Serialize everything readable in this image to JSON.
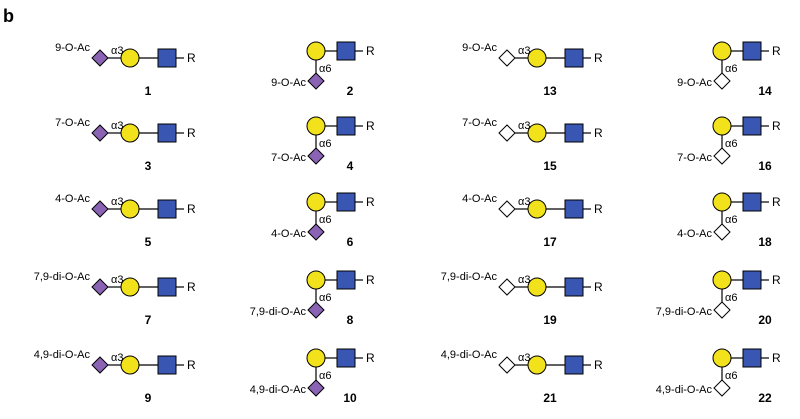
{
  "panel_label": "b",
  "colors": {
    "galactose": "#f2e21b",
    "glcnac": "#3a56b3",
    "sialic_filled": "#8b63b4",
    "sialic_open": "#ffffff",
    "stroke": "#000000"
  },
  "reducing_end_label": "R",
  "structures": [
    {
      "id": "1",
      "linkage": "α3",
      "modification": "9-O-Ac",
      "sialic_style": "filled",
      "branch": "linear"
    },
    {
      "id": "2",
      "linkage": "α6",
      "modification": "9-O-Ac",
      "sialic_style": "filled",
      "branch": "branched"
    },
    {
      "id": "13",
      "linkage": "α3",
      "modification": "9-O-Ac",
      "sialic_style": "open",
      "branch": "linear"
    },
    {
      "id": "14",
      "linkage": "α6",
      "modification": "9-O-Ac",
      "sialic_style": "open",
      "branch": "branched"
    },
    {
      "id": "3",
      "linkage": "α3",
      "modification": "7-O-Ac",
      "sialic_style": "filled",
      "branch": "linear"
    },
    {
      "id": "4",
      "linkage": "α6",
      "modification": "7-O-Ac",
      "sialic_style": "filled",
      "branch": "branched"
    },
    {
      "id": "15",
      "linkage": "α3",
      "modification": "7-O-Ac",
      "sialic_style": "open",
      "branch": "linear"
    },
    {
      "id": "16",
      "linkage": "α6",
      "modification": "7-O-Ac",
      "sialic_style": "open",
      "branch": "branched"
    },
    {
      "id": "5",
      "linkage": "α3",
      "modification": "4-O-Ac",
      "sialic_style": "filled",
      "branch": "linear"
    },
    {
      "id": "6",
      "linkage": "α6",
      "modification": "4-O-Ac",
      "sialic_style": "filled",
      "branch": "branched"
    },
    {
      "id": "17",
      "linkage": "α3",
      "modification": "4-O-Ac",
      "sialic_style": "open",
      "branch": "linear"
    },
    {
      "id": "18",
      "linkage": "α6",
      "modification": "4-O-Ac",
      "sialic_style": "open",
      "branch": "branched"
    },
    {
      "id": "7",
      "linkage": "α3",
      "modification": "7,9-di-O-Ac",
      "sialic_style": "filled",
      "branch": "linear"
    },
    {
      "id": "8",
      "linkage": "α6",
      "modification": "7,9-di-O-Ac",
      "sialic_style": "filled",
      "branch": "branched"
    },
    {
      "id": "19",
      "linkage": "α3",
      "modification": "7,9-di-O-Ac",
      "sialic_style": "open",
      "branch": "linear"
    },
    {
      "id": "20",
      "linkage": "α6",
      "modification": "7,9-di-O-Ac",
      "sialic_style": "open",
      "branch": "branched"
    },
    {
      "id": "9",
      "linkage": "α3",
      "modification": "4,9-di-O-Ac",
      "sialic_style": "filled",
      "branch": "linear"
    },
    {
      "id": "10",
      "linkage": "α6",
      "modification": "4,9-di-O-Ac",
      "sialic_style": "filled",
      "branch": "branched"
    },
    {
      "id": "21",
      "linkage": "α3",
      "modification": "4,9-di-O-Ac",
      "sialic_style": "open",
      "branch": "linear"
    },
    {
      "id": "22",
      "linkage": "α6",
      "modification": "4,9-di-O-Ac",
      "sialic_style": "open",
      "branch": "branched"
    }
  ]
}
